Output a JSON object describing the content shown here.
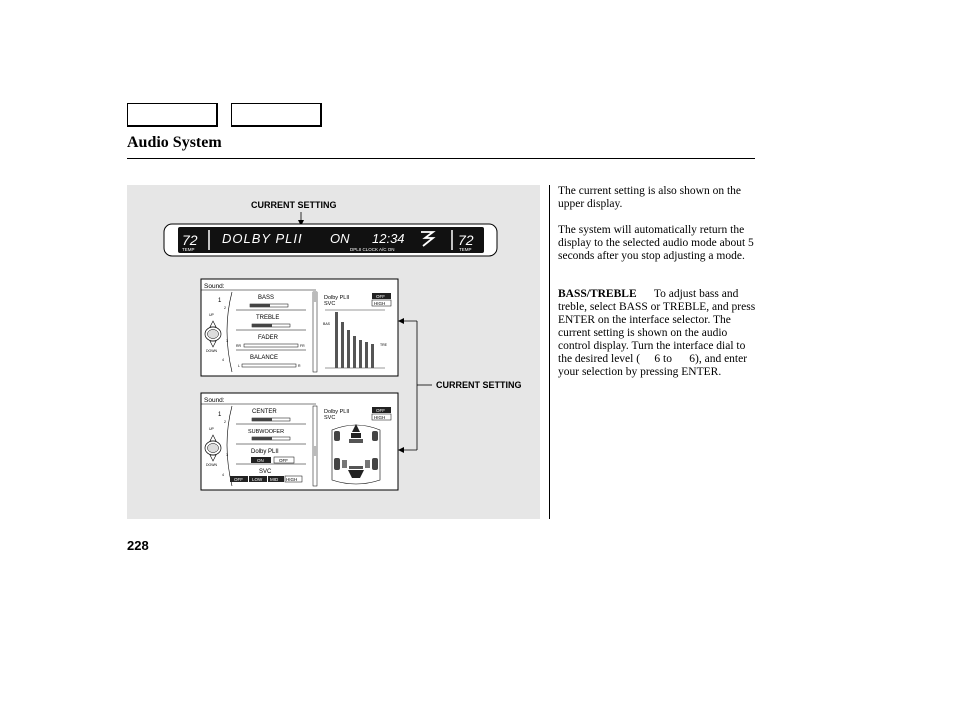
{
  "header": {
    "title": "Audio System"
  },
  "figure": {
    "current_setting_top": "CURRENT SETTING",
    "current_setting_side": "CURRENT SETTING",
    "upper_display": {
      "temp_left": "72",
      "temp_left_label": "TEMP",
      "mode_text": "DOLBY PLII",
      "status_text": "ON",
      "clock_text": "12:34",
      "temp_right": "72",
      "temp_right_label": "TEMP",
      "sub_labels": "DPLII  CLOCK  A/C ON"
    },
    "screen1": {
      "title": "Sound:",
      "preset_number": "1",
      "up_label": "UP",
      "down_label": "DOWN",
      "items": [
        "BASS",
        "TREBLE",
        "FADER",
        "BALANCE"
      ],
      "fader_left": "RR",
      "fader_right": "FR",
      "balance_left": "L",
      "balance_right": "R",
      "right_title": "Dolby PLII",
      "right_subtitle": "SVC",
      "badge_top": "OFF",
      "badge_bottom": "HIGH",
      "graph_left_label": "BAS",
      "graph_right_label": "TRE"
    },
    "screen2": {
      "title": "Sound:",
      "preset_number": "1",
      "up_label": "UP",
      "down_label": "DOWN",
      "items": [
        "CENTER",
        "SUBWOOFER",
        "Dolby PLII",
        "SVC"
      ],
      "dolby_options": [
        "ON",
        "OFF"
      ],
      "svc_options": [
        "OFF",
        "LOW",
        "MID",
        "HIGH"
      ],
      "right_title": "Dolby PLII",
      "right_subtitle": "SVC",
      "badge_top": "OFF",
      "badge_bottom": "HIGH"
    }
  },
  "body_text": {
    "p1": "The current setting is also shown on the upper display.",
    "p2": "The system will automatically return the display to the selected audio mode about 5 seconds after you stop adjusting a mode.",
    "p3_heading": "BASS/TREBLE",
    "p3": "To adjust bass and treble, select BASS or TREBLE, and press ENTER on the interface selector. The current setting is shown on the audio control display. Turn the interface dial to the desired level (  6 to   6), and enter your selection by pressing ENTER."
  },
  "page_number": "228"
}
